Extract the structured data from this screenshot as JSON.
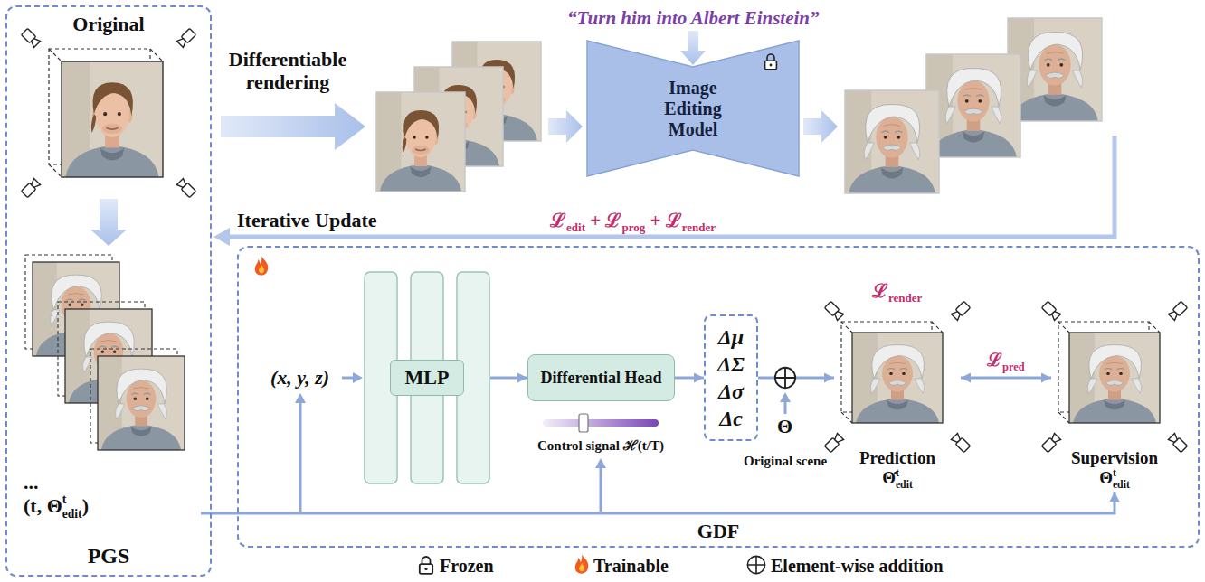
{
  "diagram": {
    "nodes": [
      {
        "text": [
          "PGS"
        ]
      },
      {
        "text": [
          "Original"
        ],
        "in": 0
      },
      {
        "text": [
          "...",
          "(t, Θtedit)"
        ],
        "in": 0
      },
      {
        "text": [
          "Image Editing Model"
        ]
      },
      {
        "text": [
          "GDF"
        ]
      },
      {
        "text": [
          "MLP"
        ],
        "in": 4
      },
      {
        "text": [
          "Differential Head"
        ],
        "in": 4
      },
      {
        "text": [
          "Δμ",
          "ΔΣ",
          "Δσ",
          "Δc"
        ],
        "in": 4
      },
      {
        "text": [
          "Prediction",
          "Θ̂tedit"
        ],
        "in": 4
      },
      {
        "text": [
          "Supervision",
          "Θtedit"
        ],
        "in": 4
      }
    ],
    "edges": [
      {
        "from": 5,
        "to": 6,
        "arrow": "to"
      },
      {
        "from": 6,
        "to": 7,
        "arrow": "to"
      },
      {
        "from": 7,
        "to": 8,
        "arrow": "to"
      },
      {
        "from": 8,
        "to": 9,
        "arrow": "both",
        "label": "ℒpred"
      },
      {
        "from": 2,
        "to": 9,
        "arrow": "to"
      }
    ],
    "labels": [
      "“Turn him into Albert Einstein”",
      "Differentiable rendering",
      "Iterative Update",
      "ℒedit + ℒprog + ℒrender",
      "(x, y, z)",
      "Control signal ℋ(t/T)",
      "Θ",
      "Original scene",
      "ℒrender"
    ],
    "legend": [
      {
        "text": "Frozen"
      },
      {
        "text": "Trainable"
      },
      {
        "text": "Element-wise addition"
      }
    ]
  }
}
